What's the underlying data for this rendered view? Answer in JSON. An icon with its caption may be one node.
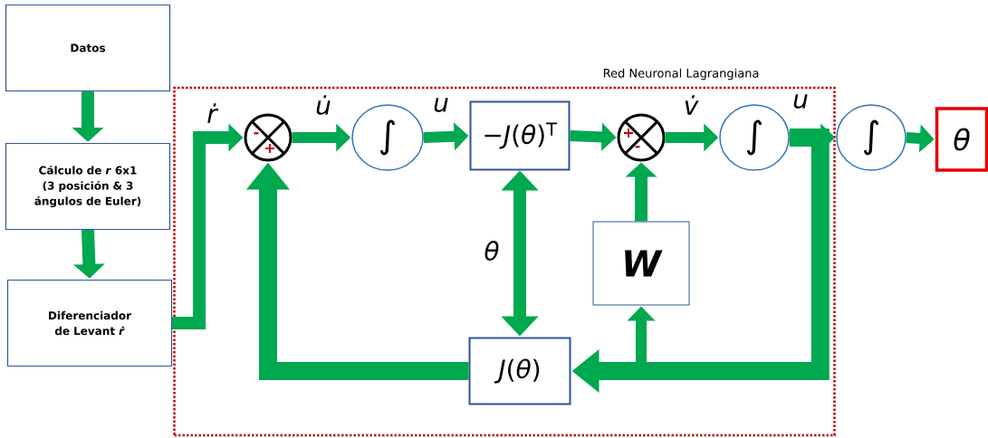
{
  "diagram": {
    "nodes": [
      {
        "text": [
          "Datos"
        ]
      },
      {
        "text": [
          "Cálculo de *r* 6x1 (3 posición & 3 ángulos de Euler)"
        ]
      },
      {
        "text": [
          "Diferenciador de Levant *ṙ*"
        ]
      },
      {
        "text": [
          "Red Neuronal Lagrangiana"
        ]
      },
      {
        "text": [
          "-",
          "+"
        ],
        "in": 3
      },
      {
        "text": [
          "∫"
        ],
        "in": 3
      },
      {
        "text": [
          "−*J*(*θ*)$^{T}$"
        ],
        "in": 3
      },
      {
        "text": [
          "+",
          "-"
        ],
        "in": 3
      },
      {
        "text": [
          "∫"
        ],
        "in": 3
      },
      {
        "text": [
          "W"
        ],
        "in": 3
      },
      {
        "text": [
          "*J*(*θ*)"
        ],
        "in": 3
      },
      {
        "text": [
          "∫"
        ]
      },
      {
        "text": [
          "θ"
        ]
      }
    ],
    "edges": [
      {
        "from": 0,
        "to": 1,
        "arrow": "to"
      },
      {
        "from": 1,
        "to": 2,
        "arrow": "to"
      },
      {
        "from": 2,
        "to": 4,
        "arrow": "to",
        "label": "ṙ"
      },
      {
        "from": 4,
        "to": 5,
        "arrow": "to",
        "label": "u̇"
      },
      {
        "from": 5,
        "to": 6,
        "arrow": "to",
        "label": "u"
      },
      {
        "from": 6,
        "to": 7,
        "arrow": "to"
      },
      {
        "from": 7,
        "to": 8,
        "arrow": "to",
        "label": "v̇"
      },
      {
        "from": 8,
        "to": 11,
        "arrow": "to",
        "label": "u"
      },
      {
        "from": 8,
        "to": 10,
        "arrow": "to"
      },
      {
        "from": 8,
        "to": 9,
        "arrow": "to"
      },
      {
        "from": 10,
        "to": 4,
        "arrow": "to"
      },
      {
        "from": 6,
        "to": 10,
        "arrow": "both",
        "label": "θ"
      },
      {
        "from": 9,
        "to": 7,
        "arrow": "to"
      },
      {
        "from": 11,
        "to": 12,
        "arrow": "to"
      }
    ]
  }
}
